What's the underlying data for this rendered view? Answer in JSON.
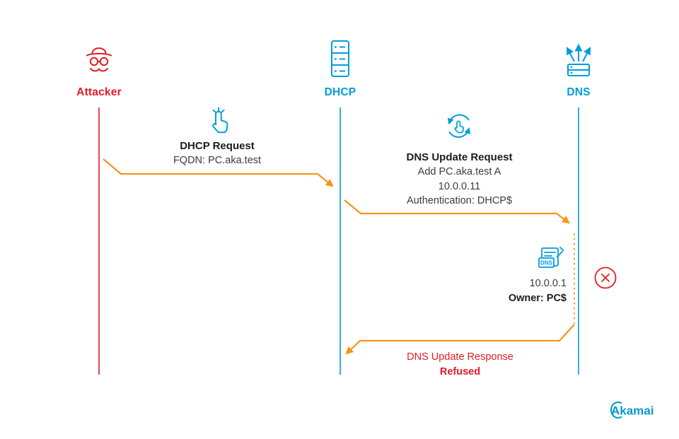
{
  "diagram": {
    "actors": [
      {
        "id": "attacker",
        "label": "Attacker"
      },
      {
        "id": "dhcp",
        "label": "DHCP"
      },
      {
        "id": "dns",
        "label": "DNS"
      }
    ],
    "messages": {
      "dhcp_request": {
        "title": "DHCP Request",
        "detail": "FQDN: PC.aka.test"
      },
      "dns_update_request": {
        "title": "DNS Update Request",
        "line1": "Add PC.aka.test A",
        "line2": "10.0.0.11",
        "line3": "Authentication: DHCP$"
      },
      "dns_record": {
        "ip": "10.0.0.1",
        "owner": "Owner: PC$",
        "icon_label": "DNS"
      },
      "dns_update_response": {
        "line1": "DNS Update Response",
        "line2": "Refused"
      }
    },
    "icons": {
      "attacker": "spy-incognito-icon",
      "dhcp": "server-rack-icon",
      "dns": "network-distribution-icon",
      "dhcp_request": "tap-hand-icon",
      "dns_update_request": "sync-tap-icon",
      "dns_record": "dns-record-file-icon",
      "refused": "x-circle-icon"
    },
    "colors": {
      "red": "#e31b23",
      "blue": "#009cde",
      "orange": "#f6941d",
      "text_dark": "#1c1c1c",
      "text_body": "#3c3c3c"
    }
  },
  "footer": {
    "brand": "Akamai"
  }
}
